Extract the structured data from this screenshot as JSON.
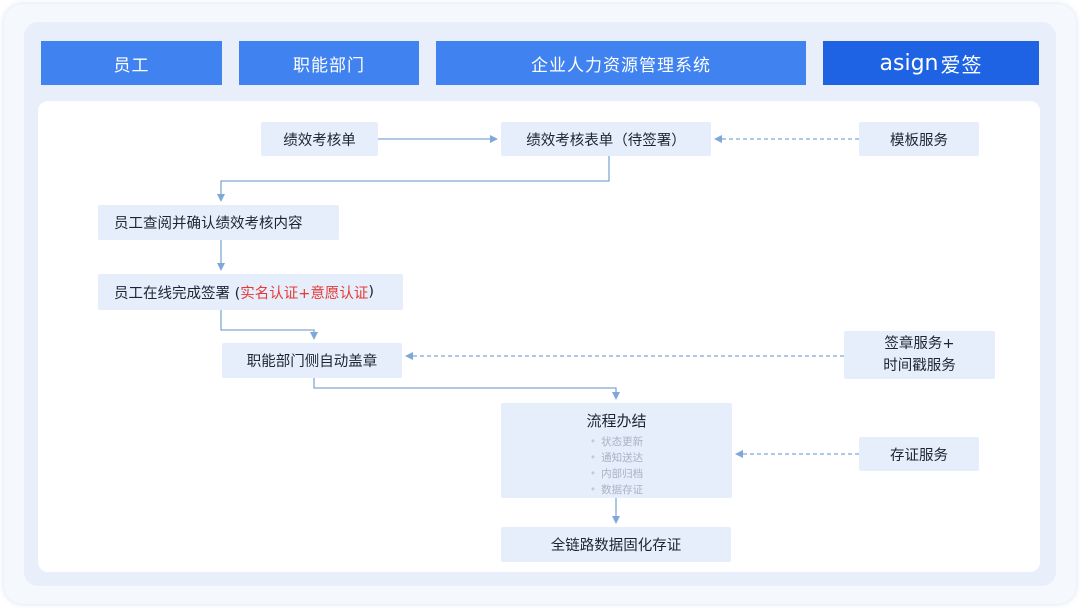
{
  "lanes": {
    "employee": "员工",
    "department": "职能部门",
    "hr_system": "企业人力资源管理系统",
    "brand_latin": "asign",
    "brand_cn": "爱签"
  },
  "nodes": {
    "perf_form": "绩效考核单",
    "perf_sheet_pending": "绩效考核表单（待签署）",
    "template_service": "模板服务",
    "employee_review": "员工查阅并确认绩效考核内容",
    "employee_sign_prefix": "员工在线完成签署 (",
    "employee_sign_auth": "实名认证+意愿认证",
    "employee_sign_suffix": ")",
    "dept_auto_seal": "职能部门侧自动盖章",
    "seal_service_line1": "签章服务+",
    "seal_service_line2": "时间戳服务",
    "process_complete": "流程办结",
    "process_steps": [
      "状态更新",
      "通知送达",
      "内部归档",
      "数据存证"
    ],
    "evidence_service": "存证服务",
    "full_chain": "全链路数据固化存证"
  },
  "colors": {
    "lane_header": "#3f82f0",
    "brand_header": "#1f63e5",
    "node_fill": "#e6eefb",
    "connector": "#7fa8d8",
    "highlight": "#e53935"
  }
}
